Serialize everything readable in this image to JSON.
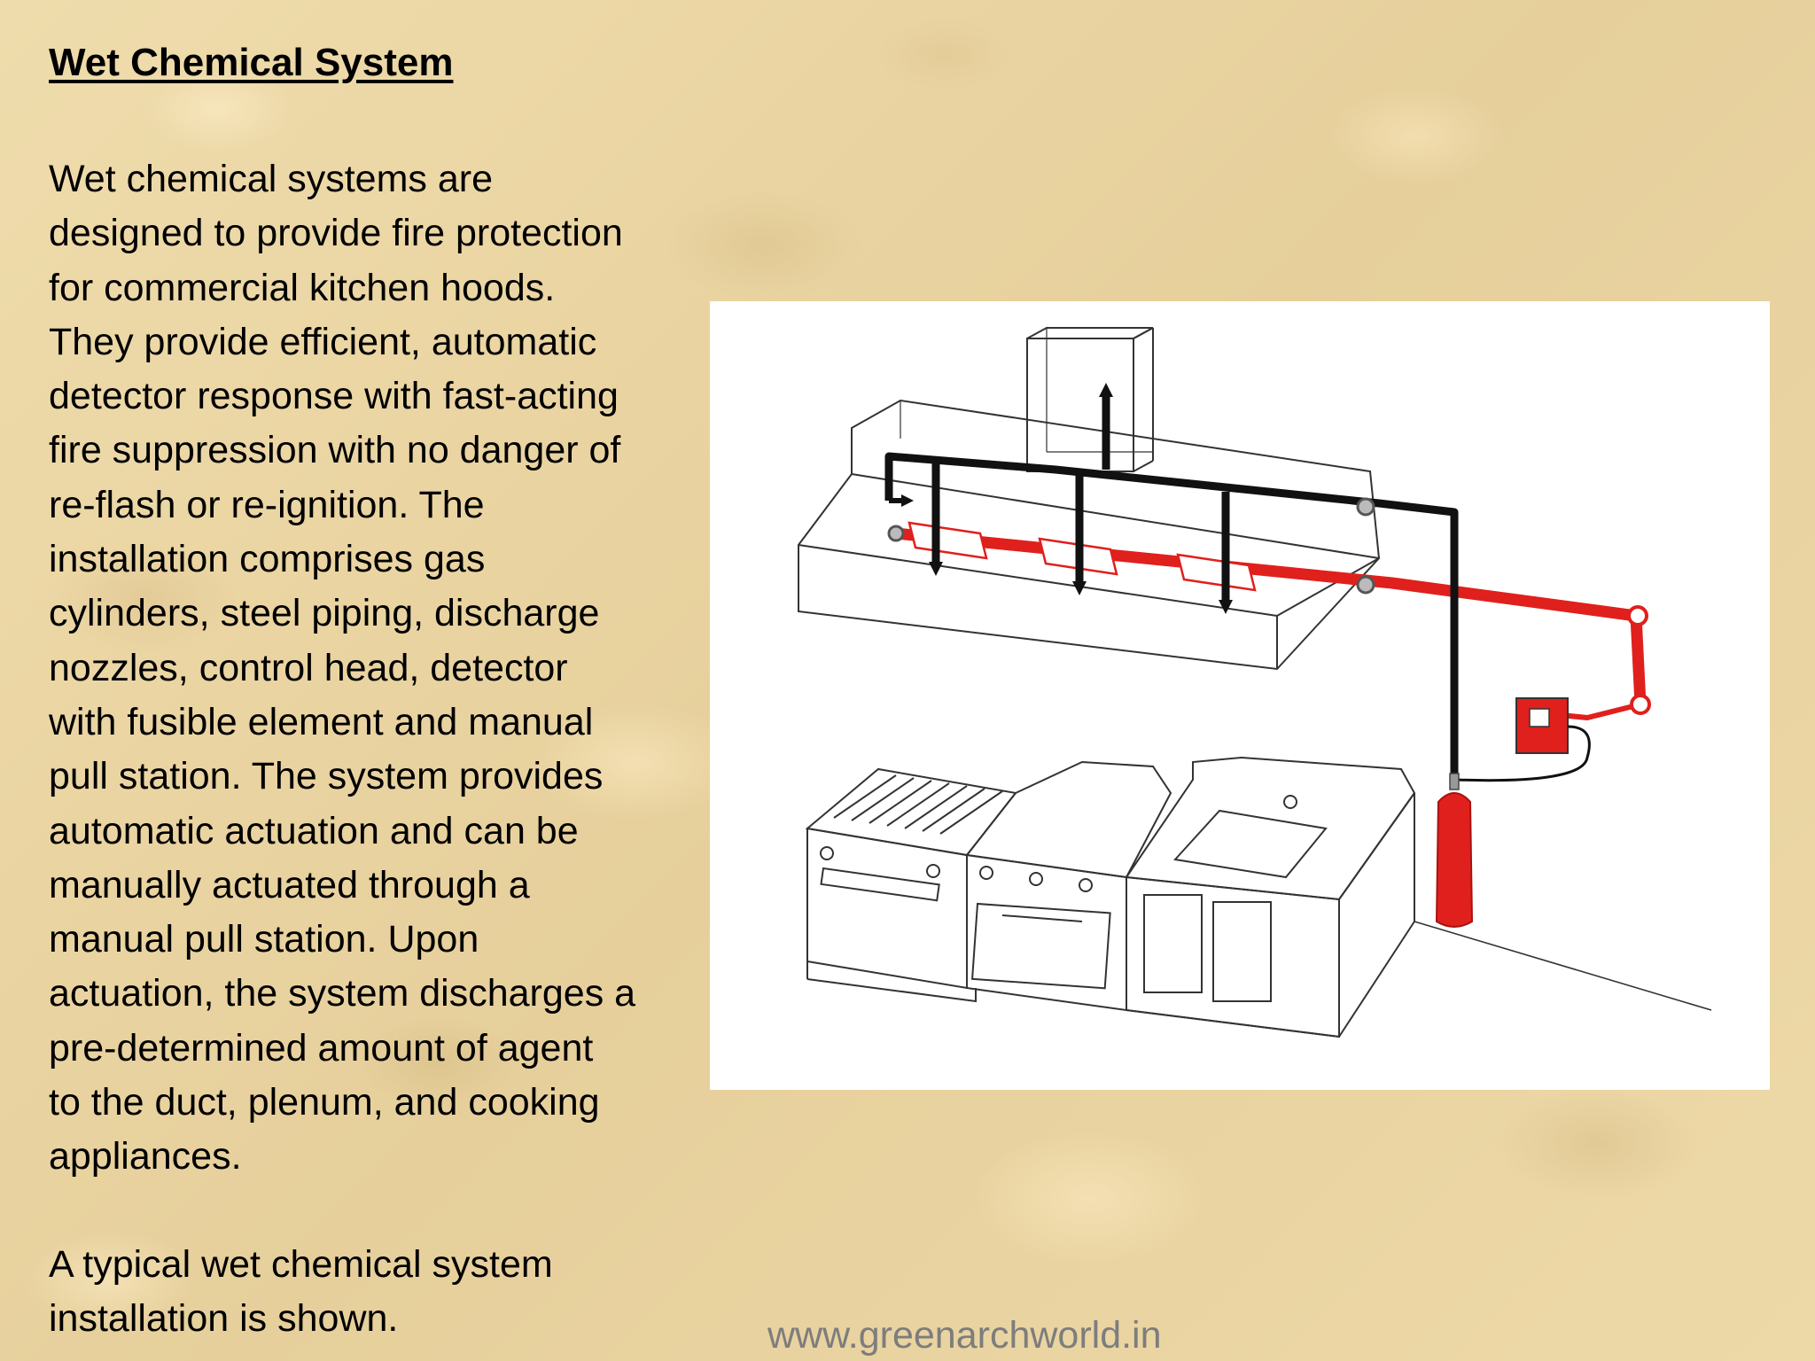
{
  "slide": {
    "title": "Wet Chemical System",
    "paragraph1_lines": [
      "Wet chemical systems are",
      "designed to provide fire protection",
      "for commercial kitchen hoods.",
      "They provide efficient, automatic",
      "detector response with fast-acting",
      "fire suppression with no danger of",
      "re-flash or re-ignition. The",
      "installation comprises gas",
      "cylinders, steel piping, discharge",
      "nozzles, control head, detector",
      "with fusible element and manual",
      "pull station. The system provides",
      "automatic actuation and can be",
      "manually actuated through a",
      "manual pull station. Upon",
      "actuation, the system discharges a",
      "pre-determined amount of agent",
      "to the duct, plenum, and cooking",
      "appliances."
    ],
    "paragraph2_lines": [
      "A typical wet chemical system",
      "installation is shown."
    ],
    "watermark": "www.greenarchworld.in"
  },
  "diagram": {
    "colors": {
      "detection_line": "#111111",
      "agent_piping": "#e0201c",
      "cylinder": "#e0201c",
      "outline": "#333333",
      "panel_background": "#ffffff"
    }
  }
}
